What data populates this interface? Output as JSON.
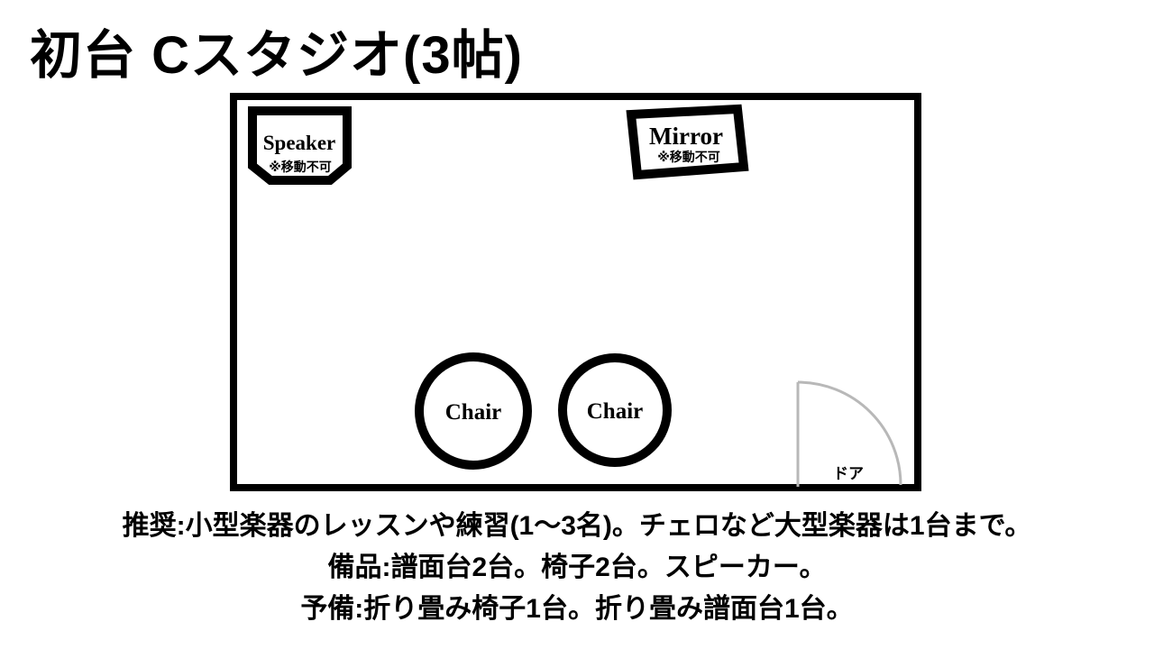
{
  "title": "初台 Cスタジオ(3帖)",
  "room": {
    "speaker": {
      "label": "Speaker",
      "note": "※移動不可"
    },
    "mirror": {
      "label": "Mirror",
      "note": "※移動不可"
    },
    "chairs": [
      {
        "label": "Chair"
      },
      {
        "label": "Chair"
      }
    ],
    "door": {
      "label": "ドア"
    }
  },
  "notes": {
    "recommended": "推奨:小型楽器のレッスンや練習(1〜3名)。チェロなど大型楽器は1台まで。",
    "equipment": "備品:譜面台2台。椅子2台。スピーカー。",
    "spare": "予備:折り畳み椅子1台。折り畳み譜面台1台。"
  },
  "colors": {
    "ink": "#000000",
    "door_arc": "#b8b8b8",
    "background": "#ffffff"
  }
}
